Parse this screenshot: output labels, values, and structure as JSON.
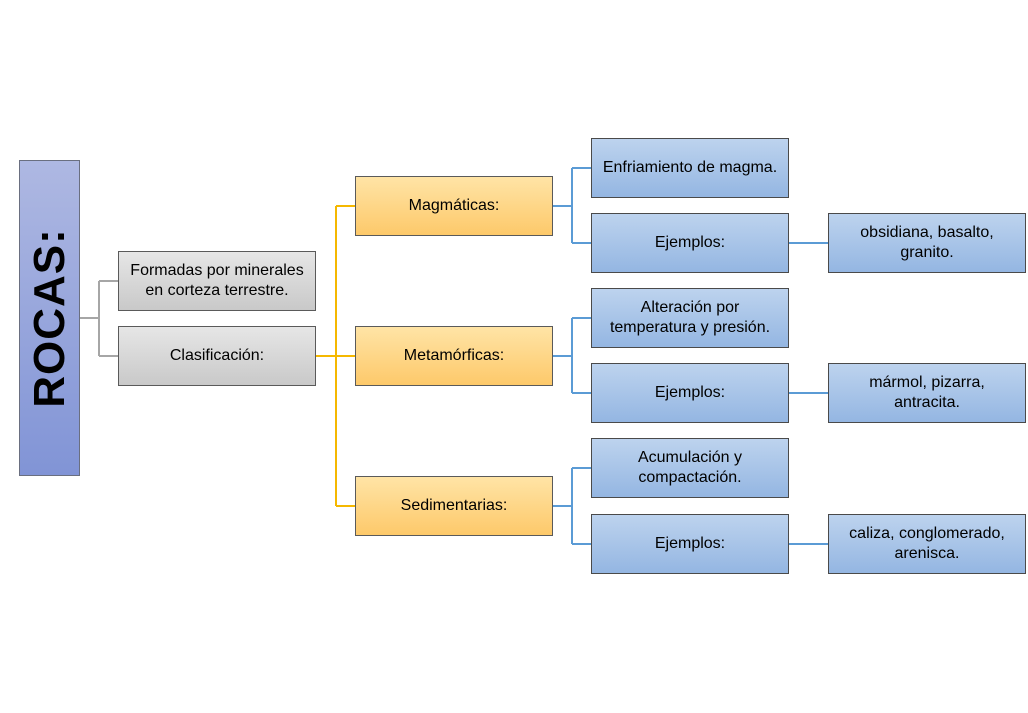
{
  "root": {
    "label": "ROCAS:"
  },
  "level1": {
    "definition": "Formadas por minerales en corteza terrestre.",
    "classification": "Clasificación:"
  },
  "types": [
    {
      "label": "Magmáticas:",
      "origin": "Enfriamiento de magma.",
      "examples_label": "Ejemplos:",
      "examples": "obsidiana, basalto, granito."
    },
    {
      "label": "Metamórficas:",
      "origin": "Alteración por temperatura y presión.",
      "examples_label": "Ejemplos:",
      "examples": "mármol, pizarra, antracita."
    },
    {
      "label": "Sedimentarias:",
      "origin": "Acumulación y compactación.",
      "examples_label": "Ejemplos:",
      "examples": "caliza, conglomerado, arenisca."
    }
  ],
  "colors": {
    "root": "#8fa0da",
    "level1": "#d4d4d4",
    "types": "#fed584",
    "details": "#a8c4e8",
    "connector_gray": "#a6a6a6",
    "connector_orange": "#f5b800",
    "connector_blue": "#5b9bd5"
  }
}
